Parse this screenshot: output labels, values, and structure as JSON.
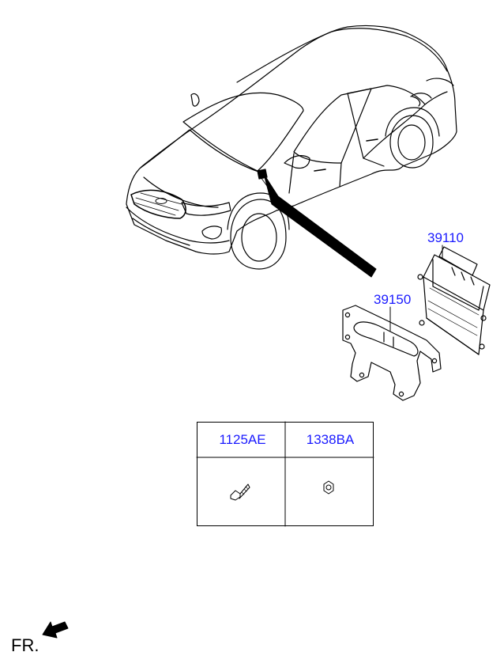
{
  "callouts": {
    "ecu": "39110",
    "bracket": "39150"
  },
  "parts_table": {
    "columns": [
      {
        "part_number": "1125AE",
        "icon": "bolt-icon"
      },
      {
        "part_number": "1338BA",
        "icon": "nut-icon"
      }
    ]
  },
  "orientation": {
    "label": "FR.",
    "icon": "front-arrow-icon"
  },
  "colors": {
    "callout_text": "#1a1aff",
    "line_art": "#000000"
  }
}
